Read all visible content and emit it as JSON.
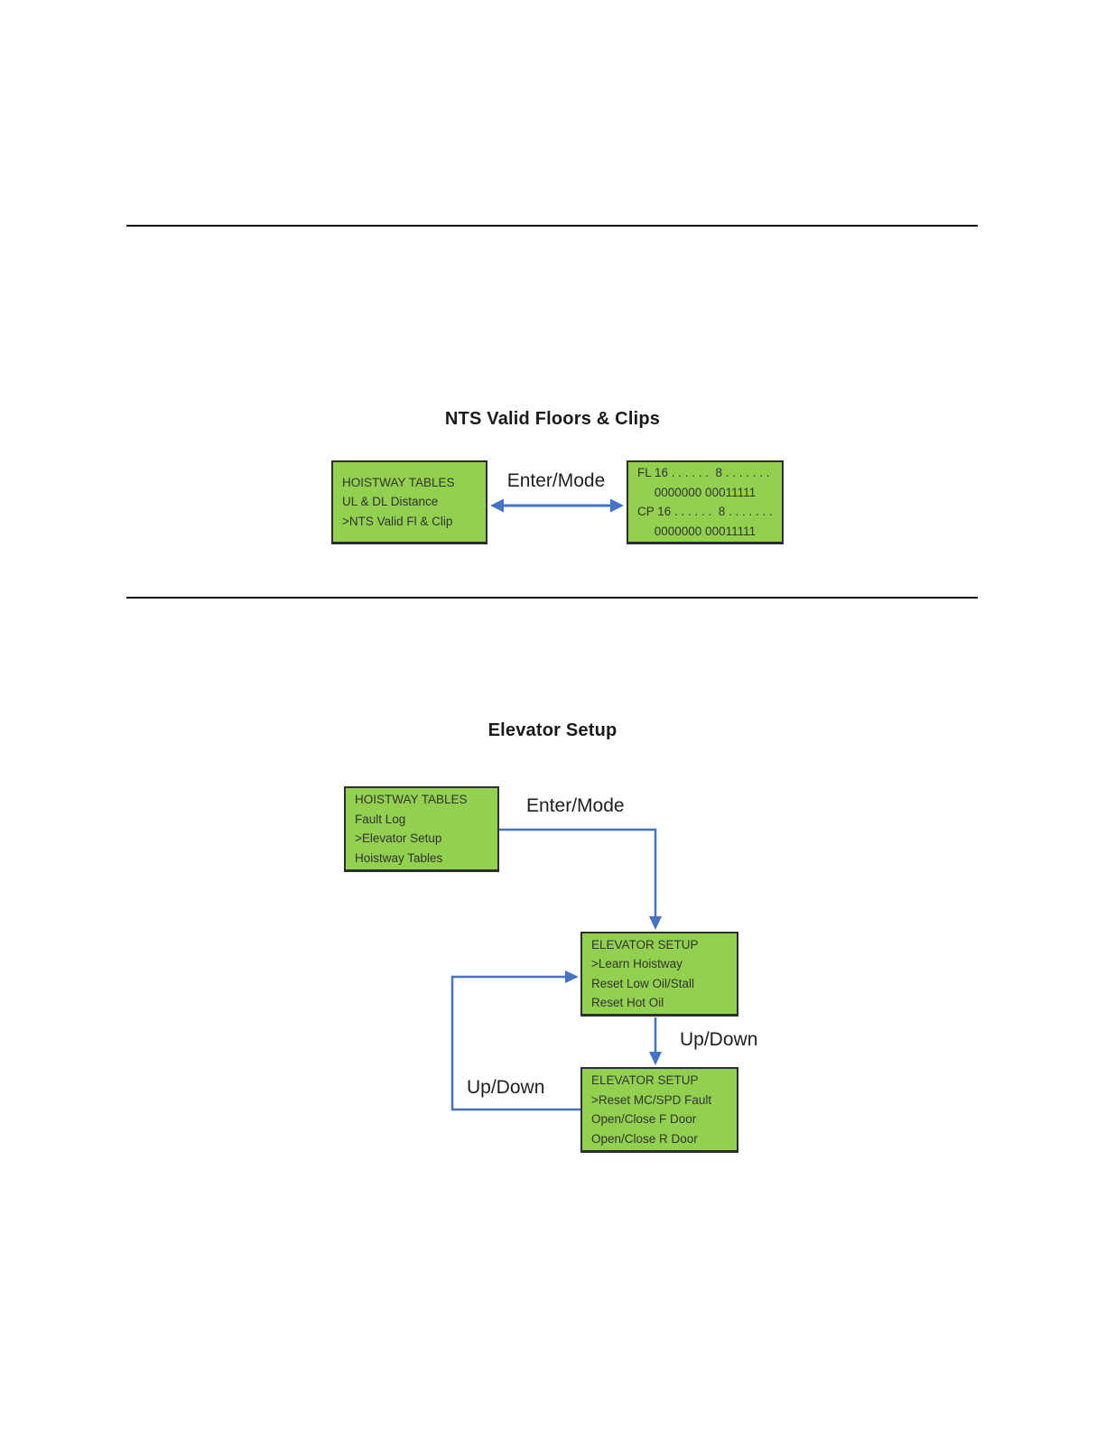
{
  "colors": {
    "box_fill": "#92d050",
    "box_border": "#2e2e2e",
    "connector": "#4472c4",
    "box_text": "#333333",
    "title_text": "#1a1a1a",
    "rule": "#0a0a0a"
  },
  "diagram1": {
    "title": "NTS Valid Floors & Clips",
    "arrow_label": "Enter/Mode",
    "left_box": {
      "lines": [
        "HOISTWAY TABLES",
        "UL & DL Distance",
        ">NTS Valid Fl & Clip"
      ]
    },
    "right_box": {
      "lines": [
        "FL 16 . . . . . .  8 . . . . . . .",
        "     0000000 00011111",
        "CP 16 . . . . . .  8 . . . . . . .",
        "     0000000 00011111"
      ]
    }
  },
  "diagram2": {
    "title": "Elevator Setup",
    "enter_label": "Enter/Mode",
    "up_down_label_right": "Up/Down",
    "up_down_label_left": "Up/Down",
    "menu_box": {
      "lines": [
        "HOISTWAY TABLES",
        "Fault Log",
        ">Elevator Setup",
        "Hoistway Tables"
      ]
    },
    "setup_box_1": {
      "lines": [
        "ELEVATOR SETUP",
        ">Learn Hoistway",
        "Reset Low Oil/Stall",
        "Reset Hot Oil"
      ]
    },
    "setup_box_2": {
      "lines": [
        "ELEVATOR SETUP",
        ">Reset MC/SPD Fault",
        "Open/Close F Door",
        "Open/Close R Door"
      ]
    }
  }
}
